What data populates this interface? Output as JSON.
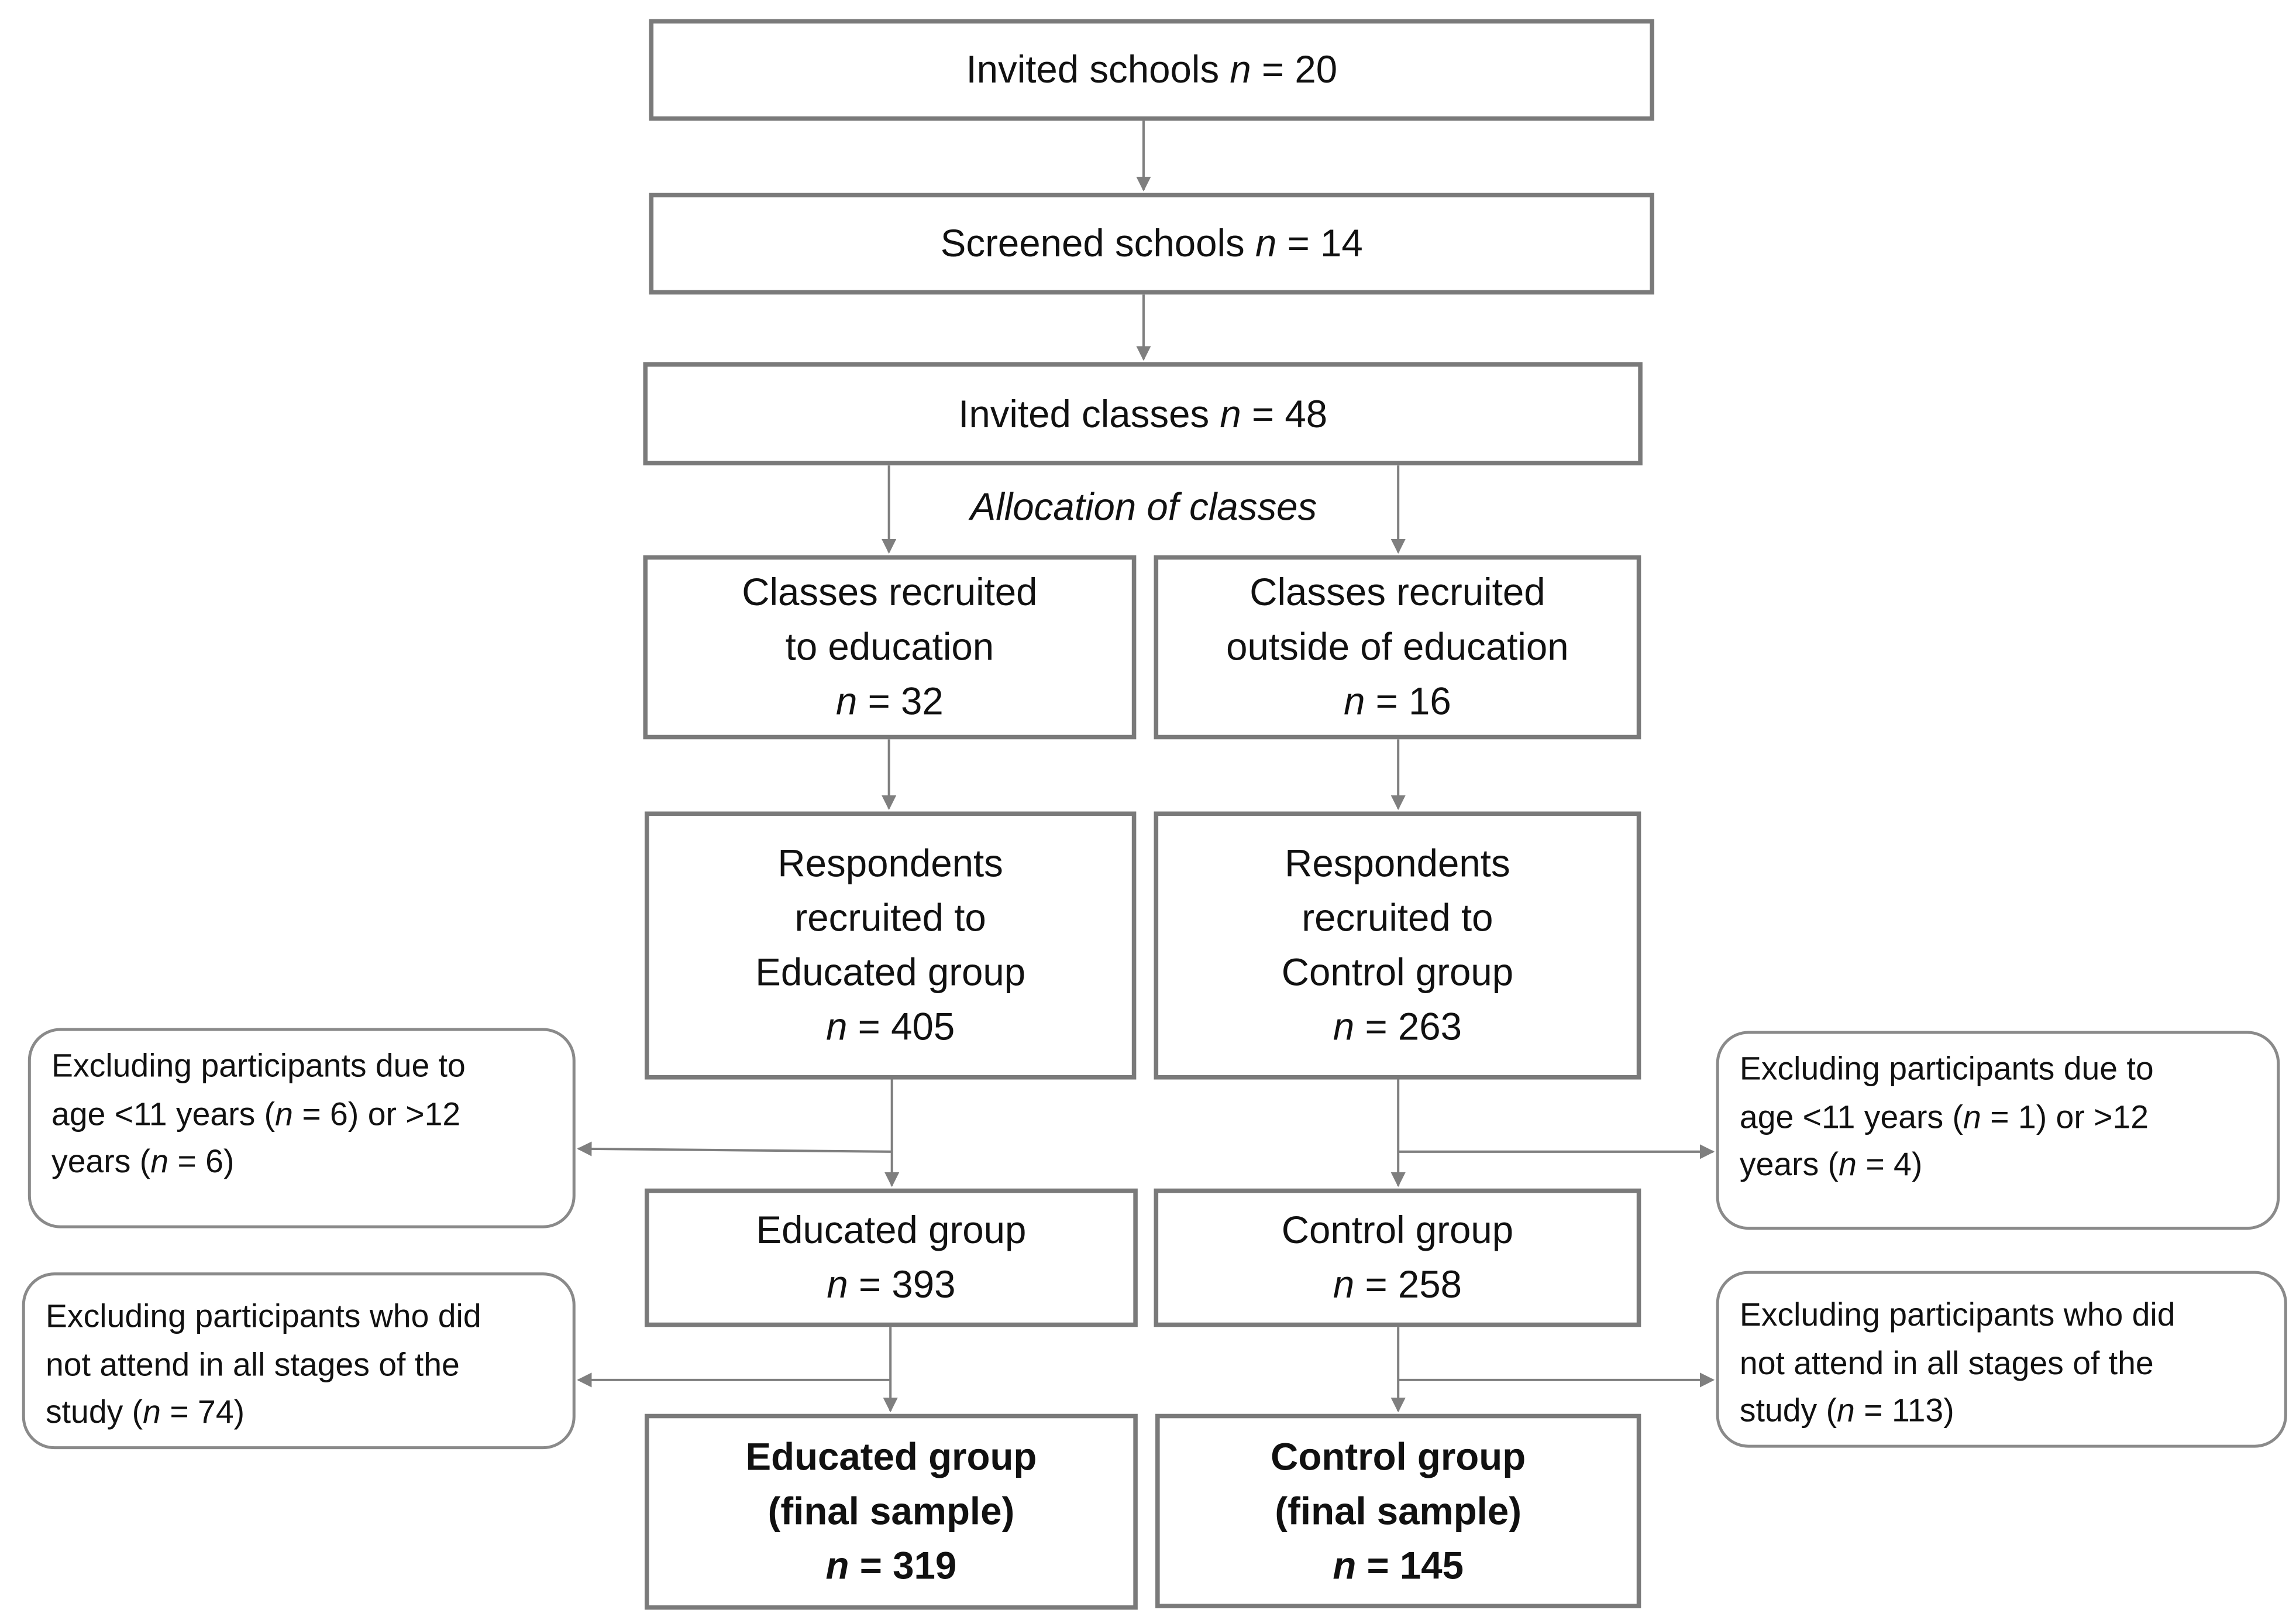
{
  "chart_data": {
    "type": "flowchart",
    "nodes": {
      "invited_schools": {
        "label": "Invited schools",
        "n": "20"
      },
      "screened_schools": {
        "label": "Screened schools",
        "n": "14"
      },
      "invited_classes": {
        "label": "Invited classes",
        "n": "48"
      },
      "allocation_label": "Allocation of classes",
      "classes_education": {
        "line1": "Classes recruited",
        "line2": "to education",
        "n": "32"
      },
      "classes_outside": {
        "line1": "Classes recruited",
        "line2": "outside of education",
        "n": "16"
      },
      "respondents_educated": {
        "line1": "Respondents",
        "line2": "recruited to",
        "line3": "Educated group",
        "n": "405"
      },
      "respondents_control": {
        "line1": "Respondents",
        "line2": "recruited to",
        "line3": "Control group",
        "n": "263"
      },
      "educated_group": {
        "label": "Educated group",
        "n": "393"
      },
      "control_group": {
        "label": "Control group",
        "n": "258"
      },
      "educated_final": {
        "line1": "Educated group",
        "line2": "(final sample)",
        "n": "319"
      },
      "control_final": {
        "line1": "Control group",
        "line2": "(final sample)",
        "n": "145"
      },
      "exclude_age_left": {
        "text1": "Excluding participants due to",
        "text2": "age <11 years (",
        "n1": "6",
        "text3": ") or >12",
        "text4": "years (",
        "n2": "6",
        "text5": ")"
      },
      "exclude_age_right": {
        "text1": "Excluding participants due to",
        "text2": "age <11 years (",
        "n1": "1",
        "text3": ") or >12",
        "text4": "years (",
        "n2": "4",
        "text5": ")"
      },
      "exclude_attend_left": {
        "text1": "Excluding participants who did",
        "text2": "not attend in all stages of the",
        "text3": "study (",
        "n": "74",
        "text4": ")"
      },
      "exclude_attend_right": {
        "text1": "Excluding participants who did",
        "text2": "not attend in all stages of the",
        "text3": "study (",
        "n": "113",
        "text4": ")"
      }
    },
    "n_symbol": "n",
    "equals": " = "
  },
  "colors": {
    "box_border": "#7a7a7a",
    "arrow": "#7f7f7f",
    "side_border": "#8a8a8a"
  }
}
